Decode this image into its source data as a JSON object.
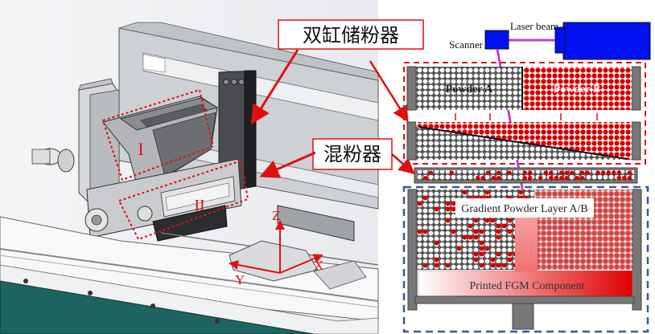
{
  "callouts": {
    "dual_cylinder_storage": "双缸储粉器",
    "powder_mixer": "混粉器"
  },
  "cad_labels": {
    "region_1": "I",
    "region_2": "II",
    "axis_x": "X",
    "axis_y": "Y",
    "axis_z": "Z"
  },
  "schematic": {
    "scanner": "Scanner",
    "laser_beam": "Laser beam",
    "powder_a": "Powder A",
    "powder_b": "Powder B",
    "gradient_layer": "Gradient Powder Layer A/B",
    "printed_component": "Printed FGM Component"
  },
  "colors": {
    "accent_red": "#e01010",
    "powder_red": "#d40000",
    "laser_blue": "#0010f0",
    "beam_magenta": "#c040d0",
    "dash_blue": "#3a5a9a",
    "wall_gray": "#777777",
    "base_teal": "#1e6460"
  }
}
